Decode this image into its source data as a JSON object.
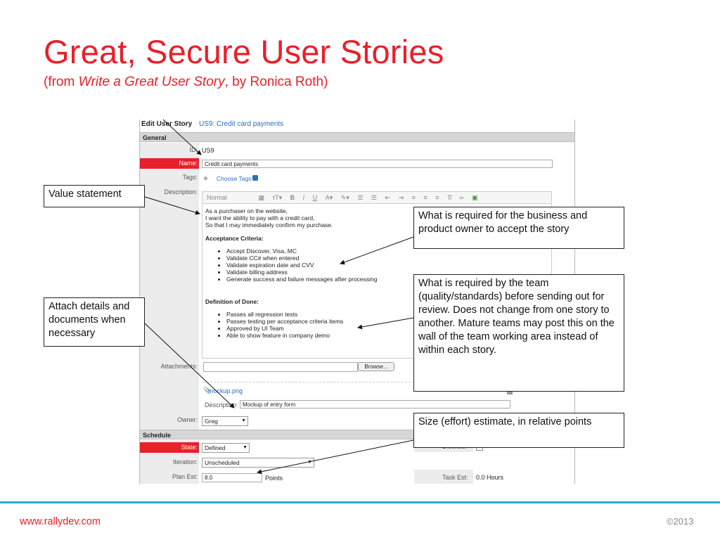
{
  "slide": {
    "title": "Great, Secure User Stories",
    "subtitle_prefix": "(from ",
    "subtitle_italic": "Write a Great User Story",
    "subtitle_suffix": ", by Ronica Roth)"
  },
  "form": {
    "header_left": "Edit User Story",
    "header_right": "US9: Credit card payments",
    "general_label": "General",
    "id_label": "ID:",
    "id_value": "US9",
    "name_label": "Name:",
    "name_value": "Credit card payments",
    "tags_label": "Tags:",
    "tags_link": "Choose Tags",
    "description_label": "Description:",
    "toolbar_style": "Normal",
    "description_lines": [
      "As a purchaser on the website,",
      "I want the ability to pay with a credit card,",
      "So that I may immediately confirm my purchase."
    ],
    "acceptance_heading": "Acceptance Criteria:",
    "acceptance_items": [
      "Accept Discover, Visa, MC",
      "Validate CC# when entered",
      "Validate expiration date and CVV",
      "Validate billing address",
      "Generate success and failure messages after processing"
    ],
    "done_heading": "Definition of Done:",
    "done_items": [
      "Passes all regression tests",
      "Passes testing per acceptance criteria items",
      "Approved by UI Team",
      "Able to show feature in company demo"
    ],
    "attachments_label": "Attachments:",
    "browse_label": "Browse...",
    "attachment_file": "mockup.png",
    "attachment_desc_label": "Description:",
    "attachment_desc_value": "Mockup of entry form",
    "owner_label": "Owner:",
    "owner_value": "Greg",
    "schedule_label": "Schedule",
    "state_label": "State:",
    "state_value": "Defined",
    "blocked_label": "Blocked:",
    "iteration_label": "Iteration:",
    "iteration_value": "Unscheduled",
    "plan_est_label": "Plan Est:",
    "plan_est_value": "8.0",
    "plan_est_unit": "Points",
    "task_est_label": "Task Est:",
    "task_est_value": "0.0 Hours"
  },
  "callouts": {
    "value_statement": "Value statement",
    "attach_details": "Attach details and documents when necessary",
    "business_owner": "What is required for the business and product owner to accept the story",
    "team_done": "What is required by the team (quality/standards) before sending out for review. Does not change from one story to another. Mature teams may post this on the wall of the team working area instead of within each story.",
    "size_estimate": "Size (effort) estimate, in relative points"
  },
  "footer": {
    "url": "www.rallydev.com",
    "copyright": "©2013"
  },
  "colors": {
    "accent": "#e8202a",
    "footer_line": "#29a8d8",
    "link": "#2a6ebb"
  }
}
